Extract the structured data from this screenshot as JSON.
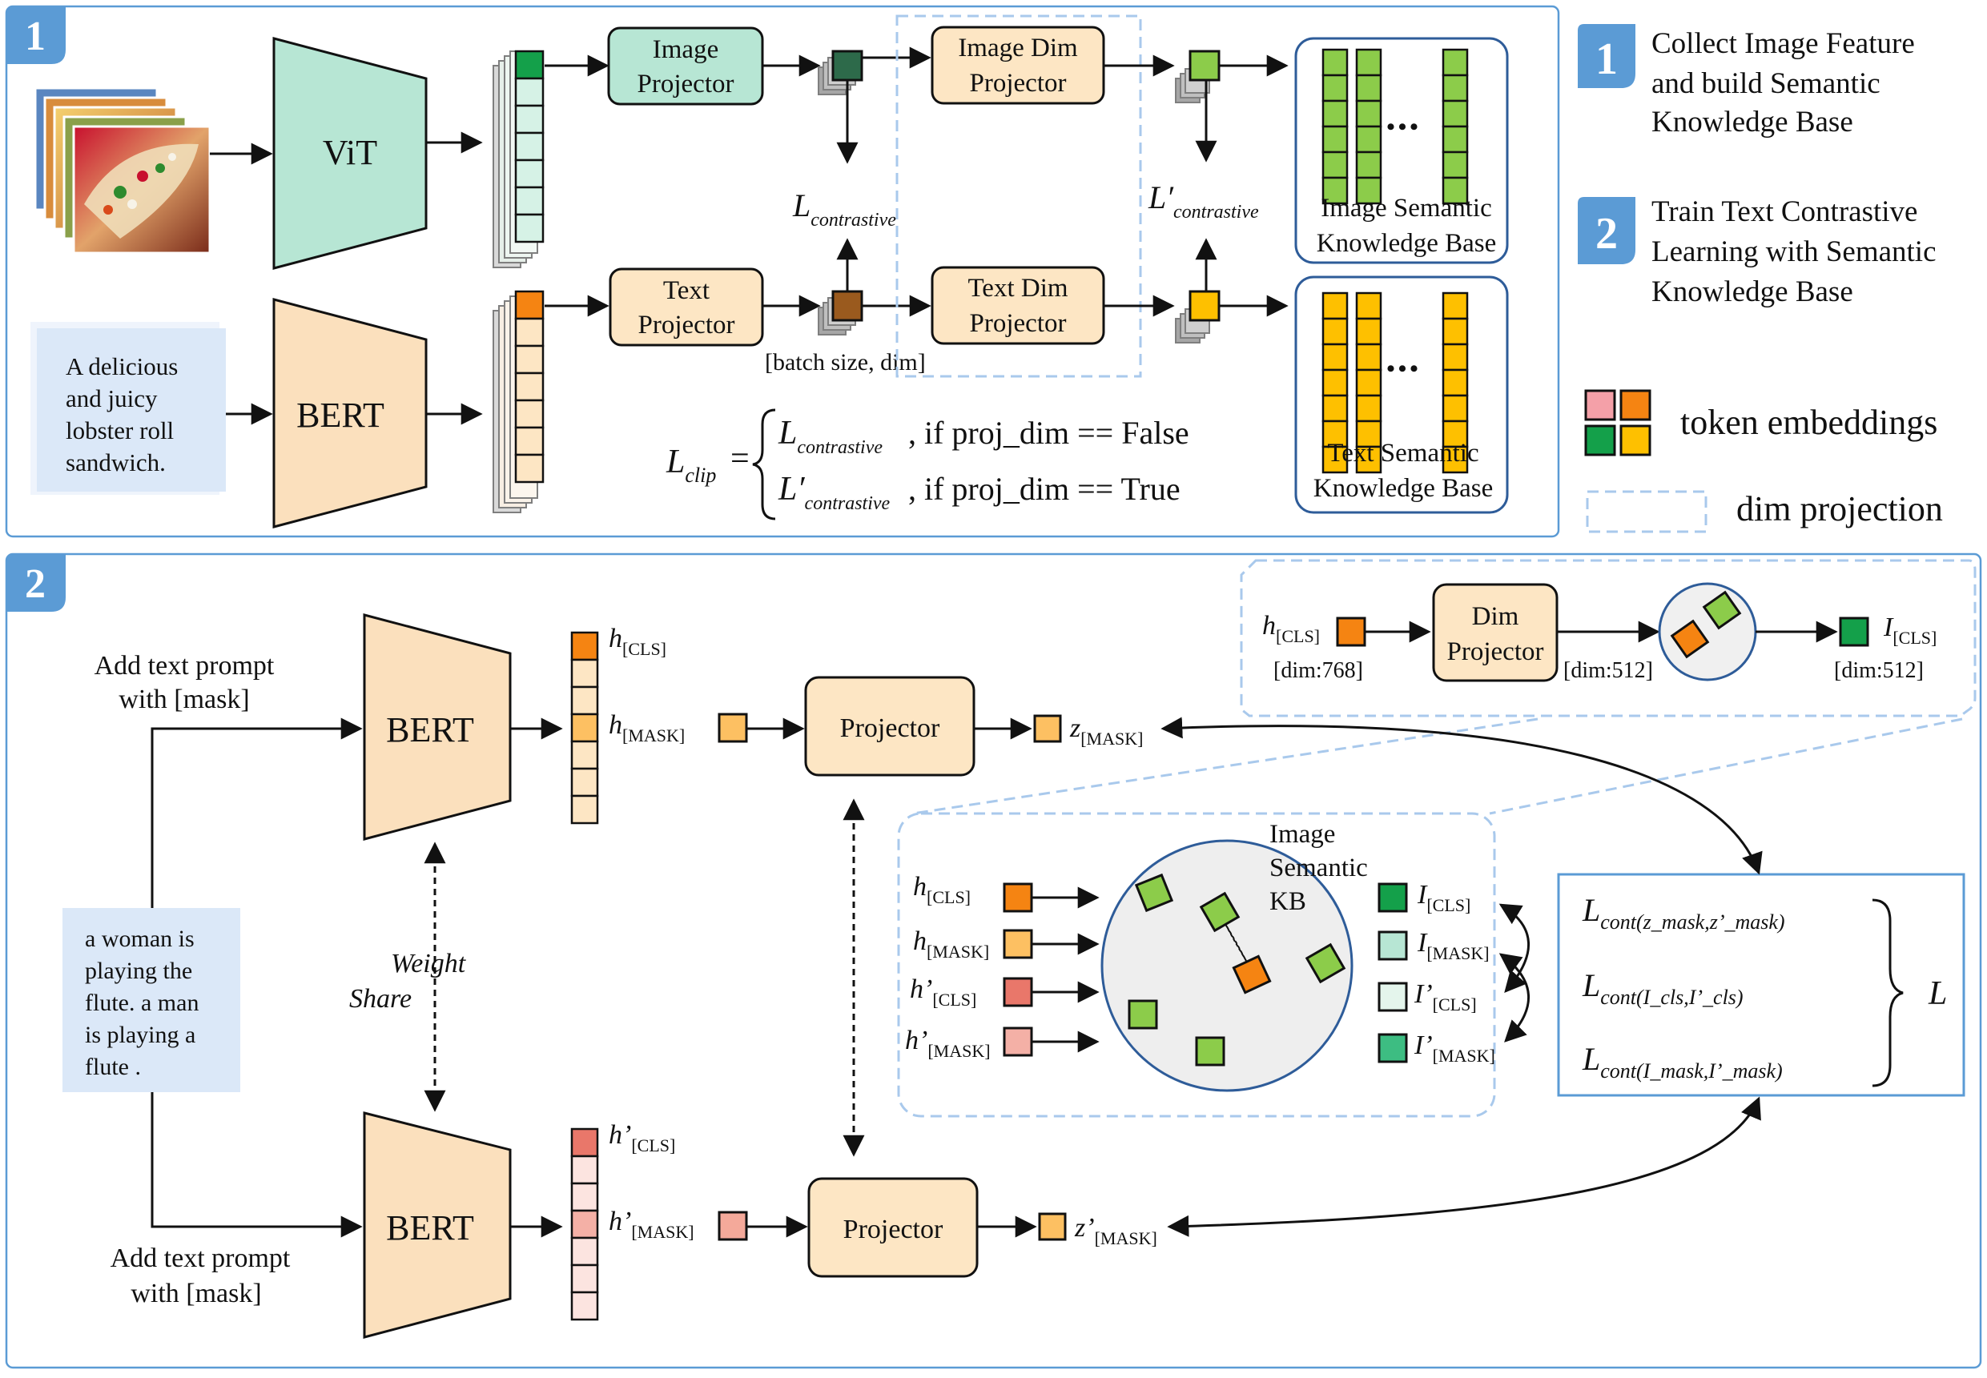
{
  "panel1": {
    "badge": "1",
    "vit": "ViT",
    "bert": "BERT",
    "caption": [
      "A delicious",
      "and juicy",
      "lobster roll",
      "sandwich."
    ],
    "image_projector": [
      "Image",
      "Projector"
    ],
    "text_projector": [
      "Text",
      "Projector"
    ],
    "image_dim_projector": [
      "Image Dim",
      "Projector"
    ],
    "text_dim_projector": [
      "Text Dim",
      "Projector"
    ],
    "batch_label": "[batch size, dim]",
    "l_contrastive": "L",
    "l_contrastive_sub": "contrastive",
    "l_prime": "L′",
    "image_kb": [
      "Image Semantic",
      "Knowledge Base"
    ],
    "text_kb": [
      "Text Semantic",
      "Knowledge Base"
    ],
    "dots": "•••",
    "formula": {
      "lhs": "L",
      "lhs_sub": "clip",
      "eq": "=",
      "case1_main": "L",
      "case1_sub": "contrastive",
      "case1_cond": ", if proj_dim == False",
      "case2_main": "L′",
      "case2_sub": "contrastive",
      "case2_cond": ", if proj_dim == True"
    }
  },
  "legend": {
    "item1_badge": "1",
    "item1": [
      "Collect Image Feature",
      "and build Semantic",
      "Knowledge Base"
    ],
    "item2_badge": "2",
    "item2": [
      "Train Text Contrastive",
      "Learning with Semantic",
      "Knowledge Base"
    ],
    "token_label": "token embeddings",
    "dim_label": "dim projection"
  },
  "panel2": {
    "badge": "2",
    "prompt_top": [
      "Add text prompt",
      "with [mask]"
    ],
    "prompt_bottom": [
      "Add text prompt",
      "with [mask]"
    ],
    "sentence": [
      "a woman is",
      "playing the",
      "flute. a man",
      "is playing a",
      "flute ."
    ],
    "bert_top": "BERT",
    "bert_bottom": "BERT",
    "weight_share": [
      "Weight",
      "Share"
    ],
    "h_cls": "h",
    "h_cls_sub": "[CLS]",
    "h_mask": "h",
    "h_mask_sub": "[MASK]",
    "hp_cls": "h’",
    "hp_cls_sub": "[CLS]",
    "hp_mask": "h’",
    "hp_mask_sub": "[MASK]",
    "projector_top": "Projector",
    "projector_bottom": "Projector",
    "z_mask": "z",
    "z_mask_sub": "[MASK]",
    "zp_mask": "z’",
    "zp_mask_sub": "[MASK]",
    "inset": {
      "h": "h",
      "h_sub": "[CLS]",
      "dim768": "[dim:768]",
      "dim_projector": [
        "Dim",
        "Projector"
      ],
      "dim512a": "[dim:512]",
      "i": "I",
      "i_sub": "[CLS]",
      "dim512b": "[dim:512]"
    },
    "kb": {
      "title": [
        "Image",
        "Semantic",
        "KB"
      ],
      "in1": "h",
      "in1_sub": "[CLS]",
      "in2": "h",
      "in2_sub": "[MASK]",
      "in3": "h’",
      "in3_sub": "[CLS]",
      "in4": "h’",
      "in4_sub": "[MASK]",
      "out1": "I",
      "out1_sub": "[CLS]",
      "out2": "I",
      "out2_sub": "[MASK]",
      "out3": "I’",
      "out3_sub": "[CLS]",
      "out4": "I’",
      "out4_sub": "[MASK]"
    },
    "loss": {
      "l1": "L",
      "l1_sub": "cont(z_mask,z’_mask)",
      "l2": "L",
      "l2_sub": "cont(I_cls,I’_cls)",
      "l3": "L",
      "l3_sub": "cont(I_mask,I’_mask)",
      "total": "L"
    }
  },
  "colors": {
    "panel_border": "#5b9bd5",
    "badge": "#5b9bd5",
    "vit_fill": "#b7e6d4",
    "bert_fill": "#fbe0bd",
    "projector_fill": "#fde6c4",
    "green_token": "#14a04a",
    "orange_token": "#f58412",
    "kb_green": "#8ccc4a",
    "kb_yellow": "#fec000",
    "caption_fill": "#dbe8f8",
    "dash": "#a9c9ec"
  }
}
